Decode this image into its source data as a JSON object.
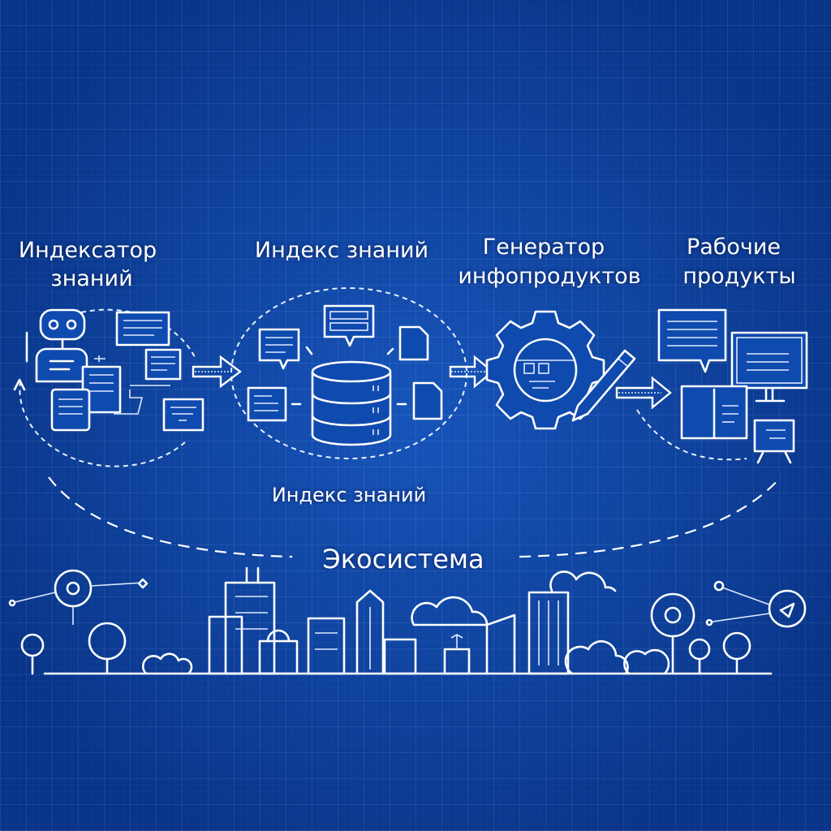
{
  "stages": [
    {
      "title_lines": [
        "Индексатор",
        "знаний"
      ]
    },
    {
      "title_lines": [
        "Индекс знаний"
      ]
    },
    {
      "title_lines": [
        "Генератор",
        "инфопродуктов"
      ]
    },
    {
      "title_lines": [
        "Рабочие",
        "продукты"
      ]
    }
  ],
  "index_caption": "Индекс знаний",
  "ecosystem_label": "Экосистема",
  "colors": {
    "background": "#0d46a6",
    "line": "#ffffff"
  }
}
